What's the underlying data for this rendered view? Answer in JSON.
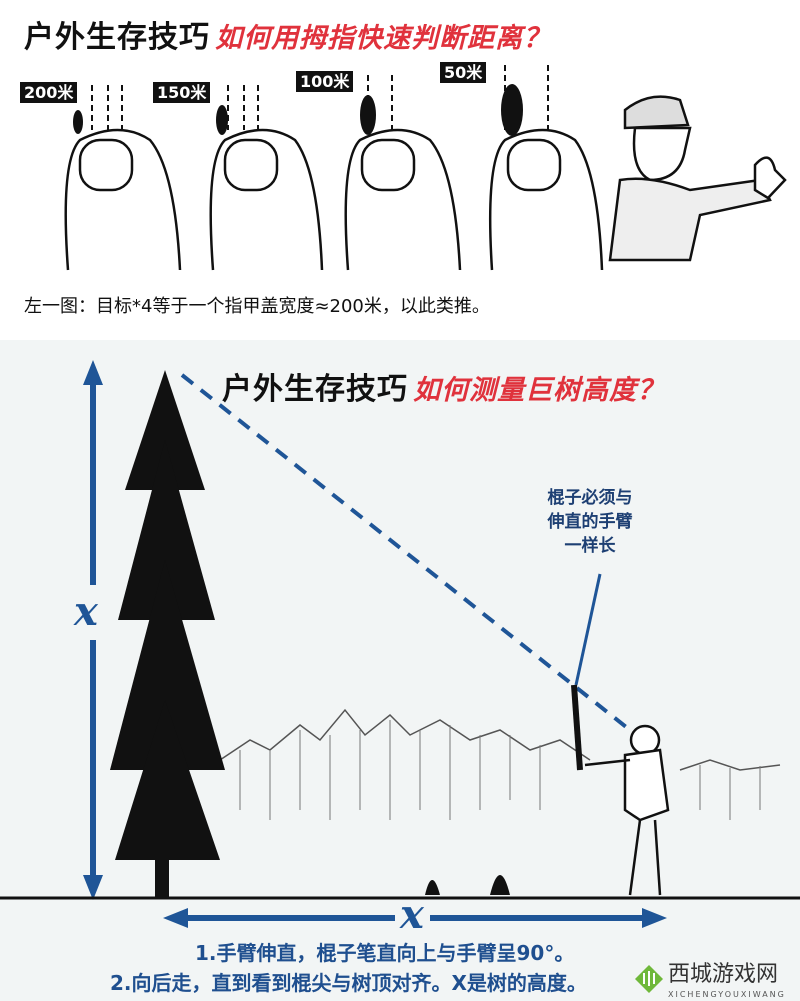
{
  "top_panel": {
    "title_black": "户外生存技巧",
    "title_red": "如何用拇指快速判断距离？",
    "distances": [
      "200米",
      "150米",
      "100米",
      "50米"
    ],
    "caption": "左一图：目标*4等于一个指甲盖宽度≈200米，以此类推。"
  },
  "bottom_panel": {
    "title_black": "户外生存技巧",
    "title_red": "如何测量巨树高度？",
    "stick_note": [
      "棍子必须与",
      "伸直的手臂",
      "一样长"
    ],
    "vertical_label": "x",
    "horizontal_label": "x",
    "steps": [
      "1.手臂伸直，棍子笔直向上与手臂呈90°。",
      "2.向后走，直到看到棍尖与树顶对齐。X是树的高度。"
    ]
  },
  "watermark": {
    "name": "西城游戏网",
    "sub": "XICHENGYOUXIWANG"
  },
  "colors": {
    "title_red": "#e0323c",
    "arrow_blue": "#1f5597",
    "step_text": "#1f4f8f"
  }
}
